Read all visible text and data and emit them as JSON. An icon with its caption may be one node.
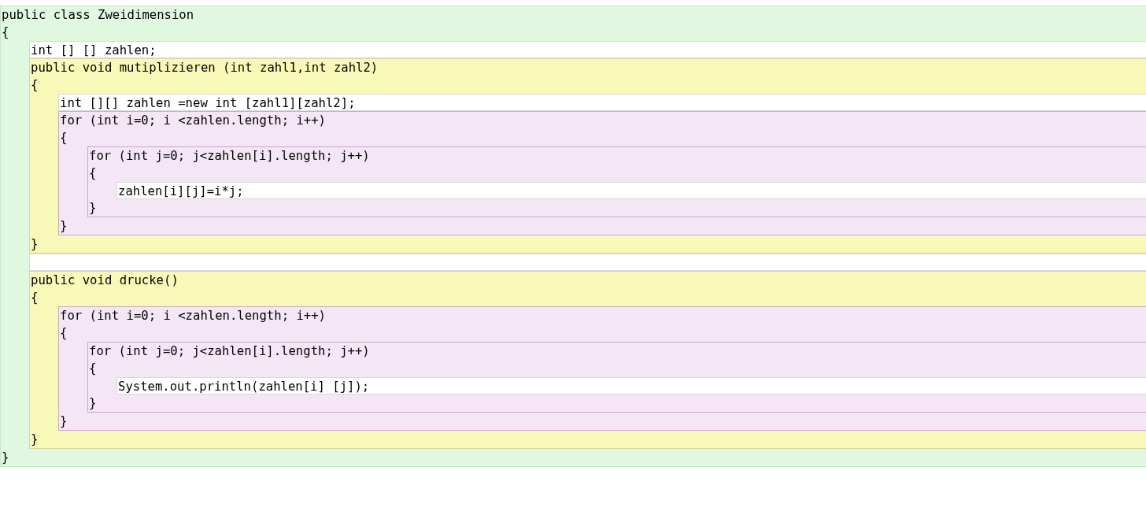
{
  "diagram": {
    "nodes": [
      {
        "text": [
          "public class Zweidimension",
          "{",
          "}"
        ]
      },
      {
        "text": [
          "int [] [] zahlen;"
        ],
        "in": 0
      },
      {
        "text": [
          "public void mutiplizieren (int zahl1,int zahl2)",
          "{",
          "}"
        ],
        "in": 0
      },
      {
        "text": [
          "int [][] zahlen =new int [zahl1][zahl2];"
        ],
        "in": 2
      },
      {
        "text": [
          "for (int i=0; i <zahlen.length; i++)",
          "{",
          "}"
        ],
        "in": 2
      },
      {
        "text": [
          "for (int j=0; j<zahlen[i].length; j++)",
          "{",
          "}"
        ],
        "in": 4
      },
      {
        "text": [
          "zahlen[i][j]=i*j;"
        ],
        "in": 5
      },
      {
        "text": [],
        "shape": "bar",
        "in": 0
      },
      {
        "text": [
          "public void drucke()",
          "{",
          "}"
        ],
        "in": 0
      },
      {
        "text": [
          "for (int i=0; i <zahlen.length; i++)",
          "{",
          "}"
        ],
        "in": 8
      },
      {
        "text": [
          "for (int j=0; j<zahlen[i].length; j++)",
          "{",
          "}"
        ],
        "in": 9
      },
      {
        "text": [
          "System.out.println(zahlen[i] [j]);"
        ],
        "in": 10
      }
    ]
  }
}
